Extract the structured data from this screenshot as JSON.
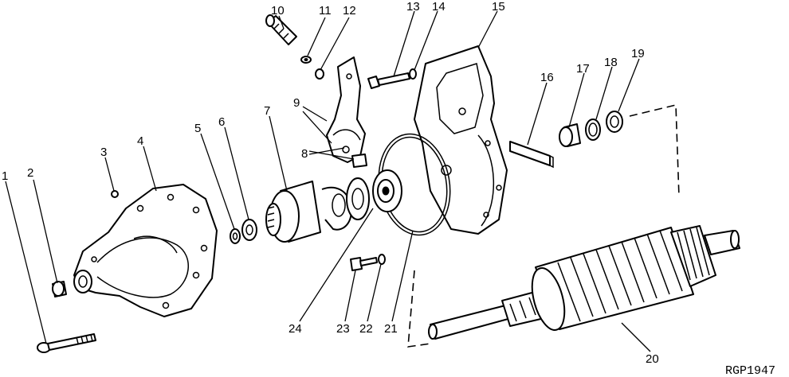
{
  "callouts": [
    "1",
    "2",
    "3",
    "4",
    "5",
    "6",
    "7",
    "8",
    "9",
    "10",
    "11",
    "12",
    "13",
    "14",
    "15",
    "16",
    "17",
    "18",
    "19",
    "20",
    "21",
    "22",
    "23",
    "24"
  ],
  "figure_code": "RGP1947"
}
